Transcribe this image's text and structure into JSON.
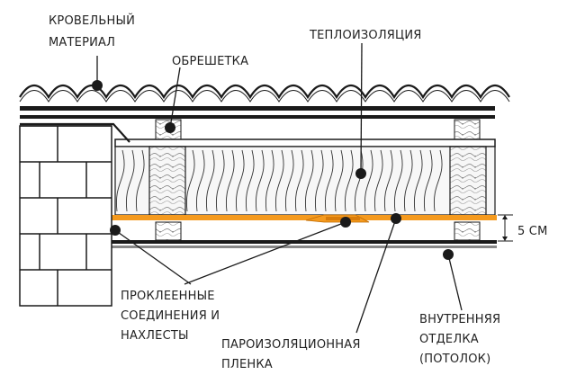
{
  "labels": {
    "roofing_material": [
      "КРОВЕЛЬНЫЙ",
      "МАТЕРИАЛ"
    ],
    "batten": "ОБРЕШЕТКА",
    "insulation": "ТЕПЛОИЗОЛЯЦИЯ",
    "gap": "5 СМ",
    "glued_joints": [
      "ПРОКЛЕЕННЫЕ",
      "СОЕДИНЕНИЯ И",
      "НАХЛЕСТЫ"
    ],
    "vapor_film": [
      "ПАРОИЗОЛЯЦИОННАЯ",
      "ПЛЕНКА"
    ],
    "inner_finish": [
      "ВНУТРЕННЯЯ",
      "ОТДЕЛКА",
      "(ПОТОЛОК)"
    ]
  },
  "colors": {
    "line": "#1a1a1a",
    "vapor_film": "#f59a1e",
    "insulation_fill": "#f7f7f7",
    "timber_fill": "#eeeeee"
  }
}
